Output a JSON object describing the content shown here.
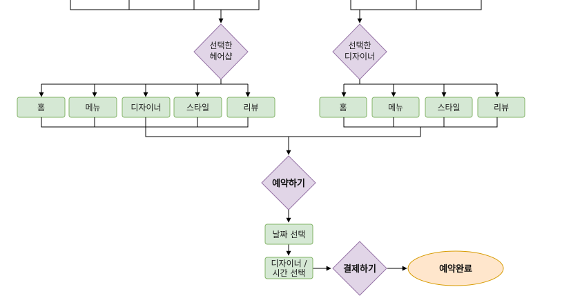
{
  "colors": {
    "line": "#000000",
    "decision_fill": "#e1d5e7",
    "decision_stroke": "#9673a6",
    "process_fill": "#d5e8d4",
    "process_stroke": "#82b366",
    "terminal_fill": "#ffe6cc",
    "terminal_stroke": "#d79b00"
  },
  "decisions": {
    "salon": {
      "line1": "선택한",
      "line2": "헤어샵"
    },
    "designer": {
      "line1": "선택한",
      "line2": "디자이너"
    },
    "reserve": {
      "label": "예약하기"
    },
    "pay": {
      "label": "결제하기"
    }
  },
  "salon_menu": [
    "홈",
    "메뉴",
    "디자이너",
    "스타일",
    "리뷰"
  ],
  "designer_menu": [
    "홈",
    "메뉴",
    "스타일",
    "리뷰"
  ],
  "steps": {
    "date": "날짜 선택",
    "designer_time_line1": "디자이너 /",
    "designer_time_line2": "시간 선택"
  },
  "terminal": {
    "label": "예약완료"
  }
}
